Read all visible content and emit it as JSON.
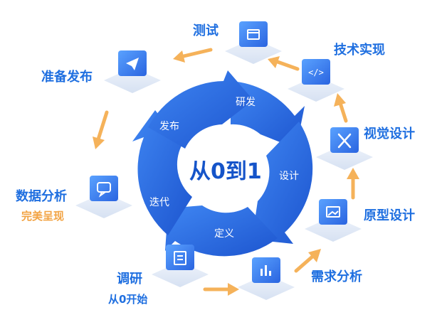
{
  "center_title": "从0到1",
  "cycle": [
    "研发",
    "设计",
    "定义",
    "迭代",
    "发布"
  ],
  "stages": [
    {
      "id": "test",
      "label": "测试",
      "icon": "browser-window-icon"
    },
    {
      "id": "tech",
      "label": "技术实现",
      "icon": "code-icon"
    },
    {
      "id": "visual",
      "label": "视觉设计",
      "icon": "tools-icon"
    },
    {
      "id": "proto",
      "label": "原型设计",
      "icon": "image-icon"
    },
    {
      "id": "req",
      "label": "需求分析",
      "icon": "bar-chart-icon"
    },
    {
      "id": "research",
      "label": "调研",
      "sub": "从0开始",
      "icon": "document-icon"
    },
    {
      "id": "data",
      "label": "数据分析",
      "sub": "完美呈现",
      "icon": "chat-icon"
    },
    {
      "id": "release",
      "label": "准备发布",
      "icon": "paper-plane-icon"
    }
  ],
  "colors": {
    "brand_blue": "#1f6fe0",
    "ring_blue": "#2a6fe6",
    "arrow_orange": "#f5b25a",
    "sub_orange": "#f2a343"
  }
}
